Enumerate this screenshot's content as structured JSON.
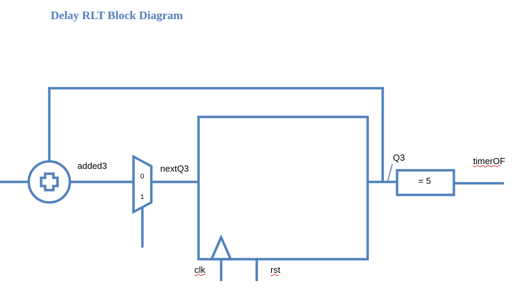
{
  "title": "Delay RLT Block Diagram",
  "labels": {
    "added3": "added3",
    "nextQ3": "nextQ3",
    "q3": "Q3",
    "timerOF": "timerOF",
    "clk": "clk",
    "rst": "rst"
  },
  "mux": {
    "input0": "0",
    "input1": "1"
  },
  "comparator": {
    "text": "= 5"
  },
  "colors": {
    "wire": "#4f81bd",
    "title": "#4f81bd",
    "spellcheck": "#d00000"
  }
}
